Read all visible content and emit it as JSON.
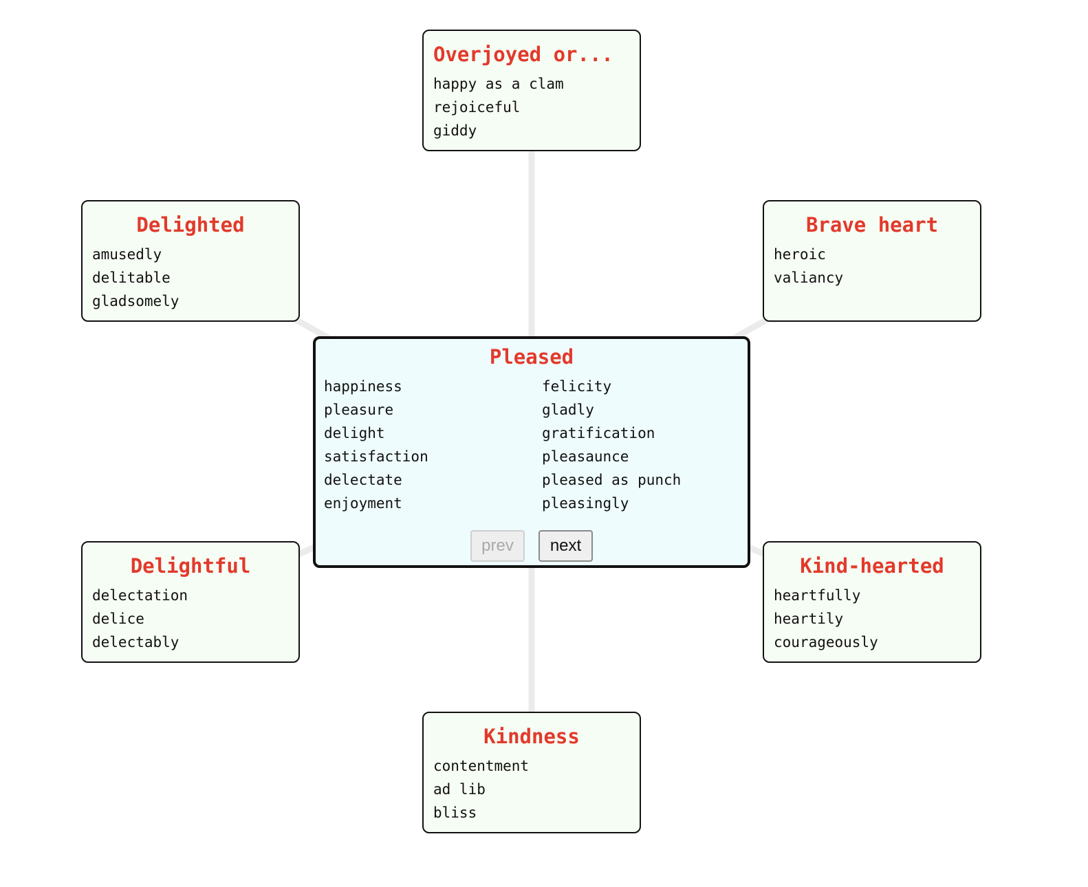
{
  "colors": {
    "title": "#e23a2c",
    "center_background": "#effcfd",
    "node_background": "#f6fdf4",
    "edge": "#ebebeb"
  },
  "center": {
    "title": "Pleased",
    "left_words": [
      "happiness",
      "pleasure",
      "delight",
      "satisfaction",
      "delectate",
      "enjoyment"
    ],
    "right_words": [
      "felicity",
      "gladly",
      "gratification",
      "pleasaunce",
      "pleased as punch",
      "pleasingly"
    ],
    "prev_label": "prev",
    "next_label": "next"
  },
  "nodes": {
    "overjoyed": {
      "title": "Overjoyed or...",
      "words": [
        "happy as a clam",
        "rejoiceful",
        "giddy"
      ]
    },
    "delighted": {
      "title": "Delighted",
      "words": [
        "amusedly",
        "delitable",
        "gladsomely"
      ]
    },
    "brave_heart": {
      "title": "Brave heart",
      "words": [
        "heroic",
        "valiancy"
      ]
    },
    "delightful": {
      "title": "Delightful",
      "words": [
        "delectation",
        "delice",
        "delectably"
      ]
    },
    "kind_hearted": {
      "title": "Kind-hearted",
      "words": [
        "heartfully",
        "heartily",
        "courageously"
      ]
    },
    "kindness": {
      "title": "Kindness",
      "words": [
        "contentment",
        "ad lib",
        "bliss"
      ]
    }
  }
}
